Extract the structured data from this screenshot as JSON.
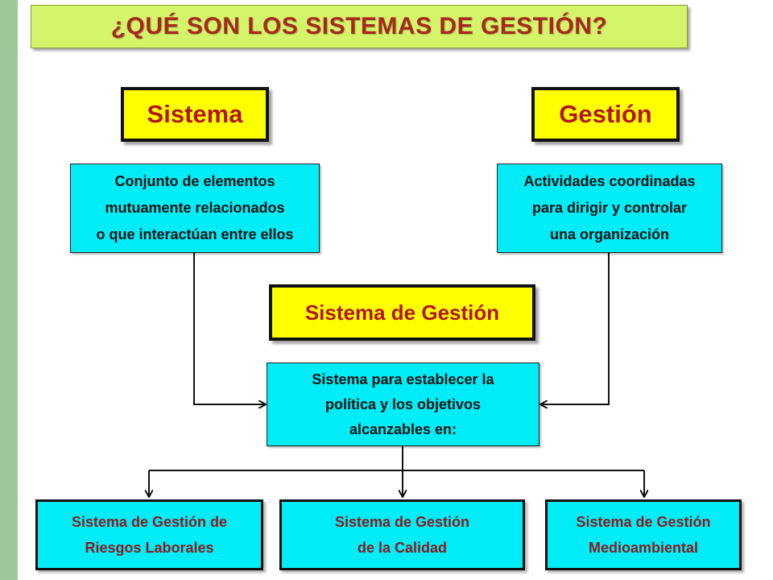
{
  "title": "¿QUÉ SON LOS SISTEMAS DE GESTIÓN?",
  "sistema": {
    "label": "Sistema",
    "definition": [
      "Conjunto de elementos",
      "mutuamente relacionados",
      "o que interactúan entre ellos"
    ]
  },
  "gestion": {
    "label": "Gestión",
    "definition": [
      "Actividades coordinadas",
      "para dirigir y controlar",
      "una organización"
    ]
  },
  "sistema_gestion": {
    "label": "Sistema de Gestión",
    "definition": [
      "Sistema para establecer la",
      "política y los objetivos",
      "alcanzables en:"
    ]
  },
  "types": [
    {
      "lines": [
        "Sistema de Gestión de",
        "Riesgos Laborales"
      ]
    },
    {
      "lines": [
        "Sistema de Gestión",
        "de la Calidad"
      ]
    },
    {
      "lines": [
        "Sistema de Gestión",
        "Medioambiental"
      ]
    }
  ],
  "colors": {
    "title_bg": "#d4f56a",
    "title_text": "#a8271f",
    "label_bg": "#ffff00",
    "label_text": "#b0161a",
    "box_bg": "#00ecf6",
    "type_text": "#8b1a1f",
    "side_bar": "#9dc89a"
  }
}
